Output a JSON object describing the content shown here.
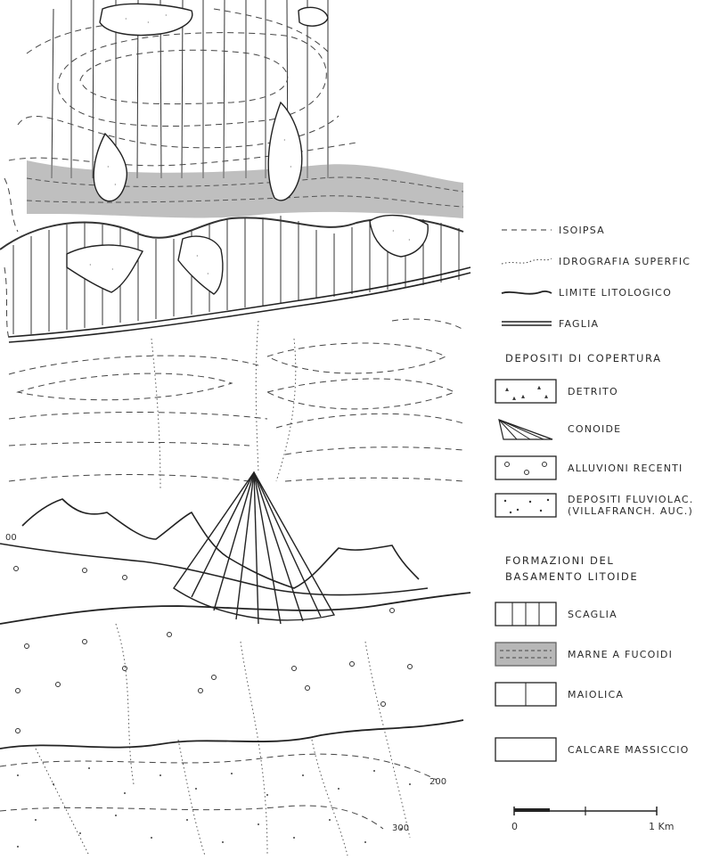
{
  "legend": {
    "isoipsa": "Isoipsa",
    "idrografia": "Idrografia superfic",
    "limite": "Limite litologico",
    "faglia": "Faglia",
    "depositi_header": "Depositi di copertura",
    "detrito": "Detrito",
    "conoide": "Conoide",
    "alluvioni": "Alluvioni recenti",
    "fluviolac_1": "Depositi fluviolac.",
    "fluviolac_2": "(Villafranch. auc.)",
    "formazioni_header_1": "Formazioni del",
    "formazioni_header_2": "basamento litoide",
    "scaglia": "Scaglia",
    "marne": "Marne a fucoidi",
    "maiolica": "Maiolica",
    "calcare": "Calcare massiccio"
  },
  "scale": {
    "start": "0",
    "end": "1 Km"
  },
  "contour_labels": {
    "left": "00",
    "c200": "200",
    "c300": "300"
  }
}
